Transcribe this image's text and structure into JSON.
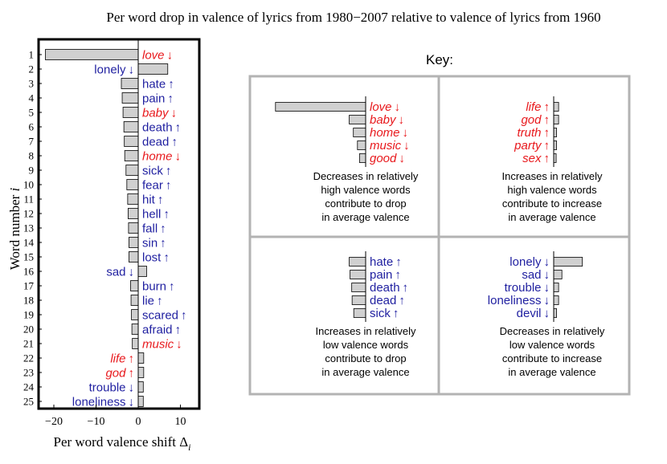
{
  "chart_data": [
    {
      "type": "bar",
      "title": "Per word drop in valence of lyrics from 1980−2007 relative to valence of lyrics from 1960",
      "xlabel": "Per word valence shift Δ",
      "xlabel_sub": "i",
      "ylabel": "Word number ",
      "ylabel_var": "i",
      "xlim": [
        -25,
        15
      ],
      "xticks": [
        "−20",
        "−10",
        "0",
        "10"
      ],
      "xtick_values": [
        -20,
        -10,
        0,
        10
      ],
      "grid": false,
      "categories": [
        "1",
        "2",
        "3",
        "4",
        "5",
        "6",
        "7",
        "8",
        "9",
        "10",
        "11",
        "12",
        "13",
        "14",
        "15",
        "16",
        "17",
        "18",
        "19",
        "20",
        "21",
        "22",
        "23",
        "24",
        "25"
      ],
      "values": [
        -22,
        7,
        -4,
        -3.8,
        -3.6,
        -3.4,
        -3.3,
        -3.2,
        -2.9,
        -2.7,
        -2.5,
        -2.4,
        -2.3,
        -2.2,
        -2.2,
        2,
        -1.8,
        -1.7,
        -1.6,
        -1.5,
        -1.4,
        1.3,
        1.3,
        1.2,
        1.2
      ],
      "words": [
        "love",
        "lonely",
        "hate",
        "pain",
        "baby",
        "death",
        "dead",
        "home",
        "sick",
        "fear",
        "hit",
        "hell",
        "fall",
        "sin",
        "lost",
        "sad",
        "burn",
        "lie",
        "scared",
        "afraid",
        "music",
        "life",
        "god",
        "trouble",
        "loneliness"
      ],
      "arrows": [
        "↓",
        "↓",
        "↑",
        "↑",
        "↓",
        "↑",
        "↑",
        "↓",
        "↑",
        "↑",
        "↑",
        "↑",
        "↑",
        "↑",
        "↑",
        "↓",
        "↑",
        "↑",
        "↑",
        "↑",
        "↓",
        "↑",
        "↑",
        "↓",
        "↓"
      ],
      "word_types": [
        "hi",
        "lo",
        "lo",
        "lo",
        "hi",
        "lo",
        "lo",
        "hi",
        "lo",
        "lo",
        "lo",
        "lo",
        "lo",
        "lo",
        "lo",
        "lo",
        "lo",
        "lo",
        "lo",
        "lo",
        "hi",
        "hi",
        "hi",
        "lo",
        "lo"
      ]
    }
  ],
  "key": {
    "title": "Key:",
    "quadrants": [
      {
        "words": [
          "love",
          "baby",
          "home",
          "music",
          "good"
        ],
        "arrows": [
          "↓",
          "↓",
          "↓",
          "↓",
          "↓"
        ],
        "type": "hi",
        "values": [
          -22,
          -4,
          -3,
          -2,
          -1.5
        ],
        "caption": [
          "Decreases in relatively",
          "high valence words",
          "contribute to drop",
          "in average valence"
        ]
      },
      {
        "words": [
          "life",
          "god",
          "truth",
          "party",
          "sex"
        ],
        "arrows": [
          "↑",
          "↑",
          "↑",
          "↑",
          "↑"
        ],
        "type": "hi",
        "values": [
          1.2,
          1.2,
          0.7,
          0.7,
          0.6
        ],
        "caption": [
          "Increases in relatively",
          "high valence words",
          "contribute to increase",
          "in average valence"
        ]
      },
      {
        "words": [
          "hate",
          "pain",
          "death",
          "dead",
          "sick"
        ],
        "arrows": [
          "↑",
          "↑",
          "↑",
          "↑",
          "↑"
        ],
        "type": "lo",
        "values": [
          -4,
          -3.8,
          -3.4,
          -3.3,
          -2.9
        ],
        "caption": [
          "Increases in relatively",
          "low valence words",
          "contribute to drop",
          "in average valence"
        ]
      },
      {
        "words": [
          "lonely",
          "sad",
          "trouble",
          "loneliness",
          "devil"
        ],
        "arrows": [
          "↓",
          "↓",
          "↓",
          "↓",
          "↓"
        ],
        "type": "lo",
        "values": [
          7,
          2,
          1.2,
          1.2,
          0.7
        ],
        "caption": [
          "Decreases in relatively",
          "low valence words",
          "contribute to increase",
          "in average valence"
        ]
      }
    ]
  },
  "colors": {
    "high_valence": "#e8191d",
    "low_valence": "#1f1fa0",
    "bar_fill": "#d0d0d0",
    "key_border": "#b3b3b3"
  }
}
